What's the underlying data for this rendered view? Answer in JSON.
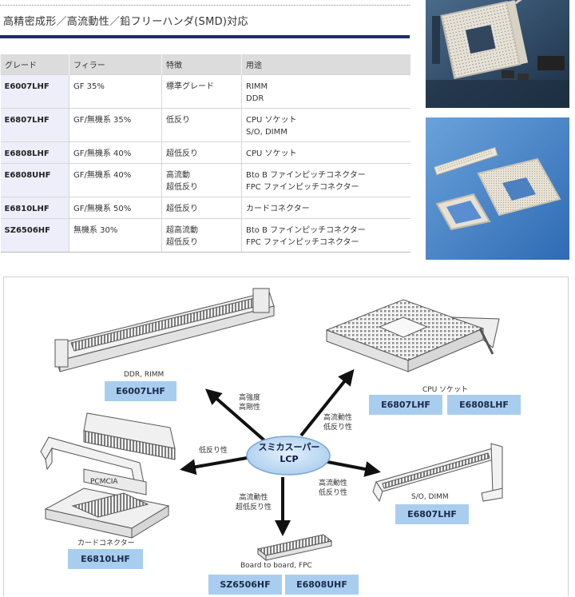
{
  "header": {
    "title": "高精密成形／高流動性／鉛フリーハンダ(SMD)対応"
  },
  "table": {
    "columns": [
      "グレード",
      "フィラー",
      "特徴",
      "用途"
    ],
    "rows": [
      {
        "grade": "E6007LHF",
        "filler": "GF 35%",
        "feature": [
          "標準グレード"
        ],
        "use": [
          "RIMM",
          "DDR"
        ]
      },
      {
        "grade": "E6807LHF",
        "filler": "GF/無機系 35%",
        "feature": [
          "低反り"
        ],
        "use": [
          "CPU ソケット",
          "S/O, DIMM"
        ]
      },
      {
        "grade": "E6808LHF",
        "filler": "GF/無機系 40%",
        "feature": [
          "超低反り"
        ],
        "use": [
          "CPU ソケット"
        ]
      },
      {
        "grade": "E6808UHF",
        "filler": "GF/無機系 40%",
        "feature": [
          "高流動",
          "超低反り"
        ],
        "use": [
          "Bto B ファインピッチコネクター",
          "FPC ファインピッチコネクター"
        ]
      },
      {
        "grade": "E6810LHF",
        "filler": "GF/無機系 50%",
        "feature": [
          "超低反り"
        ],
        "use": [
          "カードコネクター"
        ]
      },
      {
        "grade": "SZ6506HF",
        "filler": "無機系 30%",
        "feature": [
          "超高流動",
          "超低反り"
        ],
        "use": [
          "Bto B ファインピッチコネクター",
          "FPC ファインピッチコネクター"
        ]
      }
    ]
  },
  "diagram": {
    "center": [
      "スミカスーパー",
      "LCP"
    ],
    "ddr": {
      "label": "DDR, RIMM",
      "grades": [
        "E6007LHF"
      ],
      "props": [
        "高強度",
        "高剛性"
      ]
    },
    "cpu": {
      "label": "CPU ソケット",
      "grades": [
        "E6807LHF",
        "E6808LHF"
      ],
      "props": [
        "高流動性",
        "低反り性"
      ]
    },
    "pcmcia": {
      "label": "PCMCIA"
    },
    "card": {
      "label": "カードコネクター",
      "grades": [
        "E6810LHF"
      ],
      "props": [
        "低反り性"
      ]
    },
    "sodimm": {
      "label": "S/O, DIMM",
      "grades": [
        "E6807LHF"
      ],
      "props": [
        "高流動性",
        "低反り性"
      ]
    },
    "board": {
      "label": "Board to board, FPC",
      "grades": [
        "SZ6506HF",
        "E6808UHF"
      ],
      "props": [
        "高流動性",
        "超低反り性"
      ]
    }
  },
  "colors": {
    "title_bar": "#1f2a6e",
    "grade_box": "#a9cdef",
    "center_ellipse": "#bcd9f4",
    "grade_cell": "#eeeefa"
  }
}
